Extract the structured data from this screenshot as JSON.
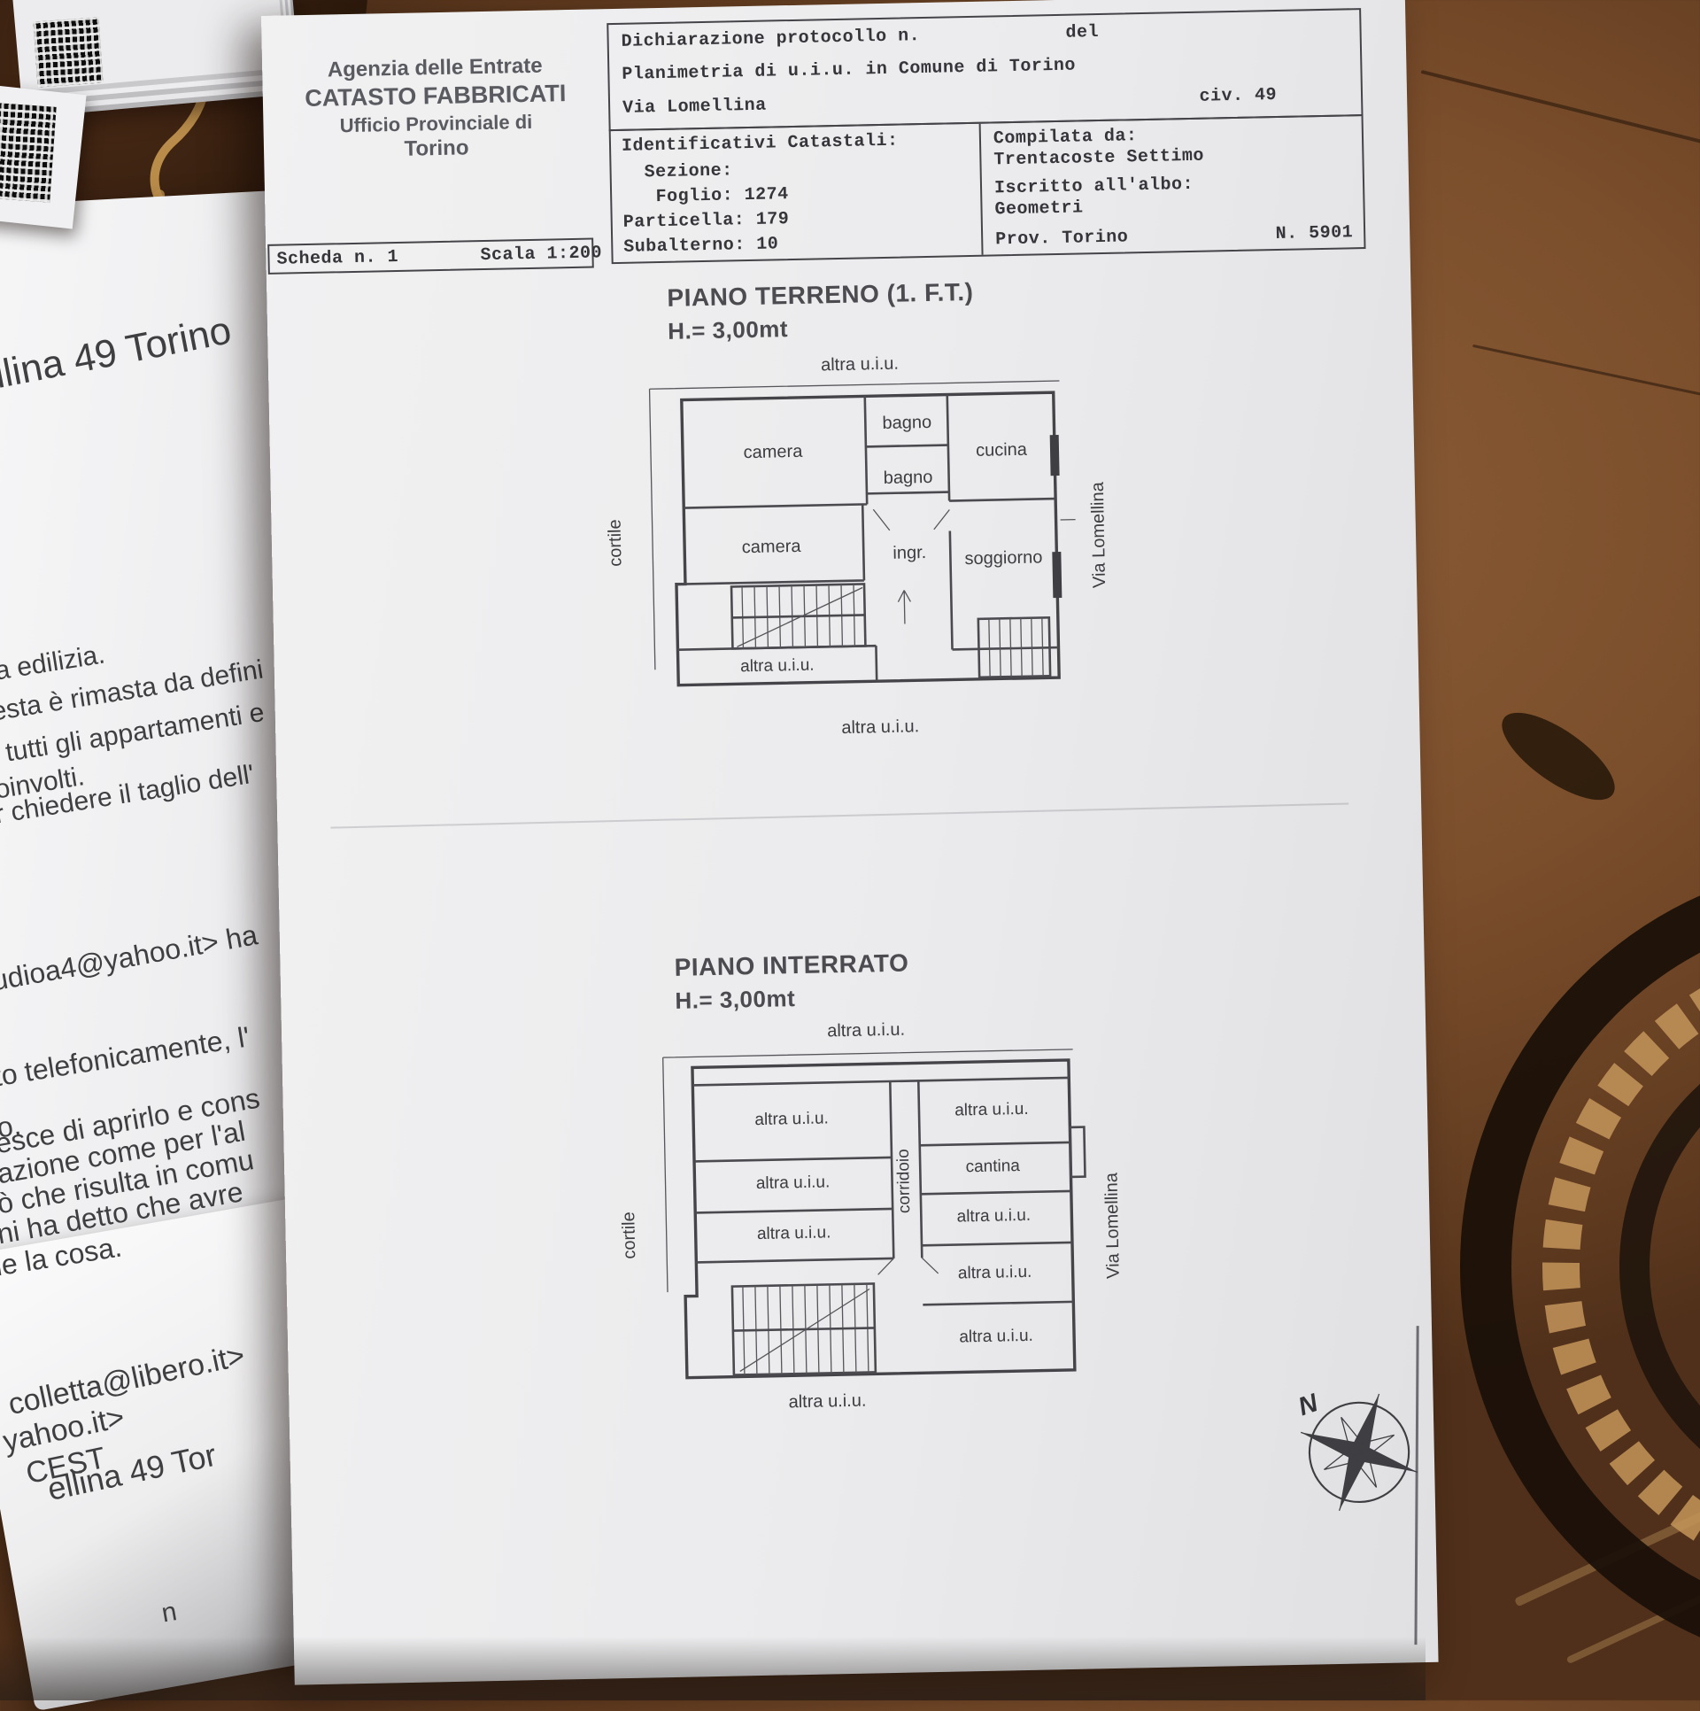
{
  "colors": {
    "wood": "#7c4f2c",
    "paper": "#ececee",
    "ink": "#35353a",
    "inlay_gold": "#c0924e"
  },
  "office_header": {
    "agency": "Agenzia delle Entrate",
    "register": "CATASTO FABBRICATI",
    "office_line": "Ufficio Provinciale di",
    "city": "Torino"
  },
  "declaration_box": {
    "protocol_label": "Dichiarazione protocollo n.",
    "protocol_del": "del",
    "planimetry_line": "Planimetria di u.i.u. in Comune di Torino",
    "street": "Via Lomellina",
    "civic_number": "civ. 49"
  },
  "cadastral_ids": {
    "title": "Identificativi Catastali:",
    "sezione": "  Sezione:",
    "foglio": "   Foglio: 1274",
    "particella": "Particella: 179",
    "subalterno": "Subalterno: 10"
  },
  "compiler_box": {
    "compiled_by_label": "Compilata da:",
    "compiled_by_name": "Trentacoste Settimo",
    "registered_label": "Iscritto all'albo:",
    "registered_body": "Geometri",
    "province": "Prov. Torino",
    "registration_number": "N. 5901"
  },
  "sheet_box": {
    "sheet": "Scheda n. 1",
    "scale": "Scala 1:200"
  },
  "ground_floor": {
    "title": "PIANO TERRENO (1. F.T.)",
    "height_label": "H.= 3,00mt",
    "context_top": "altra u.i.u.",
    "context_bottom": "altra u.i.u.",
    "context_left": "cortile",
    "context_right": "Via Lomellina",
    "rooms": {
      "camera_1": "camera",
      "bagno_1": "bagno",
      "bagno_2": "bagno",
      "cucina": "cucina",
      "camera_2": "camera",
      "ingresso": "ingr.",
      "soggiorno": "soggiorno",
      "altra_uiu": "altra u.i.u."
    }
  },
  "basement": {
    "title": "PIANO INTERRATO",
    "height_label": "H.= 3,00mt",
    "context_top": "altra u.i.u.",
    "context_bottom": "altra u.i.u.",
    "context_left": "cortile",
    "context_right": "Via Lomellina",
    "rooms": {
      "left_1": "altra u.i.u.",
      "left_2": "altra u.i.u.",
      "left_3": "altra u.i.u.",
      "corridoio": "corridoio",
      "cantina": "cantina",
      "right_1": "altra u.i.u.",
      "right_2": "altra u.i.u.",
      "right_3": "altra u.i.u.",
      "right_4": "altra u.i.u."
    }
  },
  "compass": {
    "north_label": "N"
  },
  "background_paper": {
    "fragments": [
      "llina 49 Torino",
      "a edilizia.",
      "esta è rimasta da defini",
      "tutti gli appartamenti e",
      "oinvolti.",
      "r chiedere il taglio dell'",
      "udioa4@yahoo.it> ha",
      "to telefonicamente, l'",
      "o.",
      "esce di aprirlo e cons",
      "azione come per l'al",
      "ò che risulta in comu",
      "ni ha detto che avre",
      "le la cosa.",
      "colletta@libero.it>",
      "yahoo.it>",
      "CEST",
      "ellina 49 Tor",
      "n"
    ]
  }
}
